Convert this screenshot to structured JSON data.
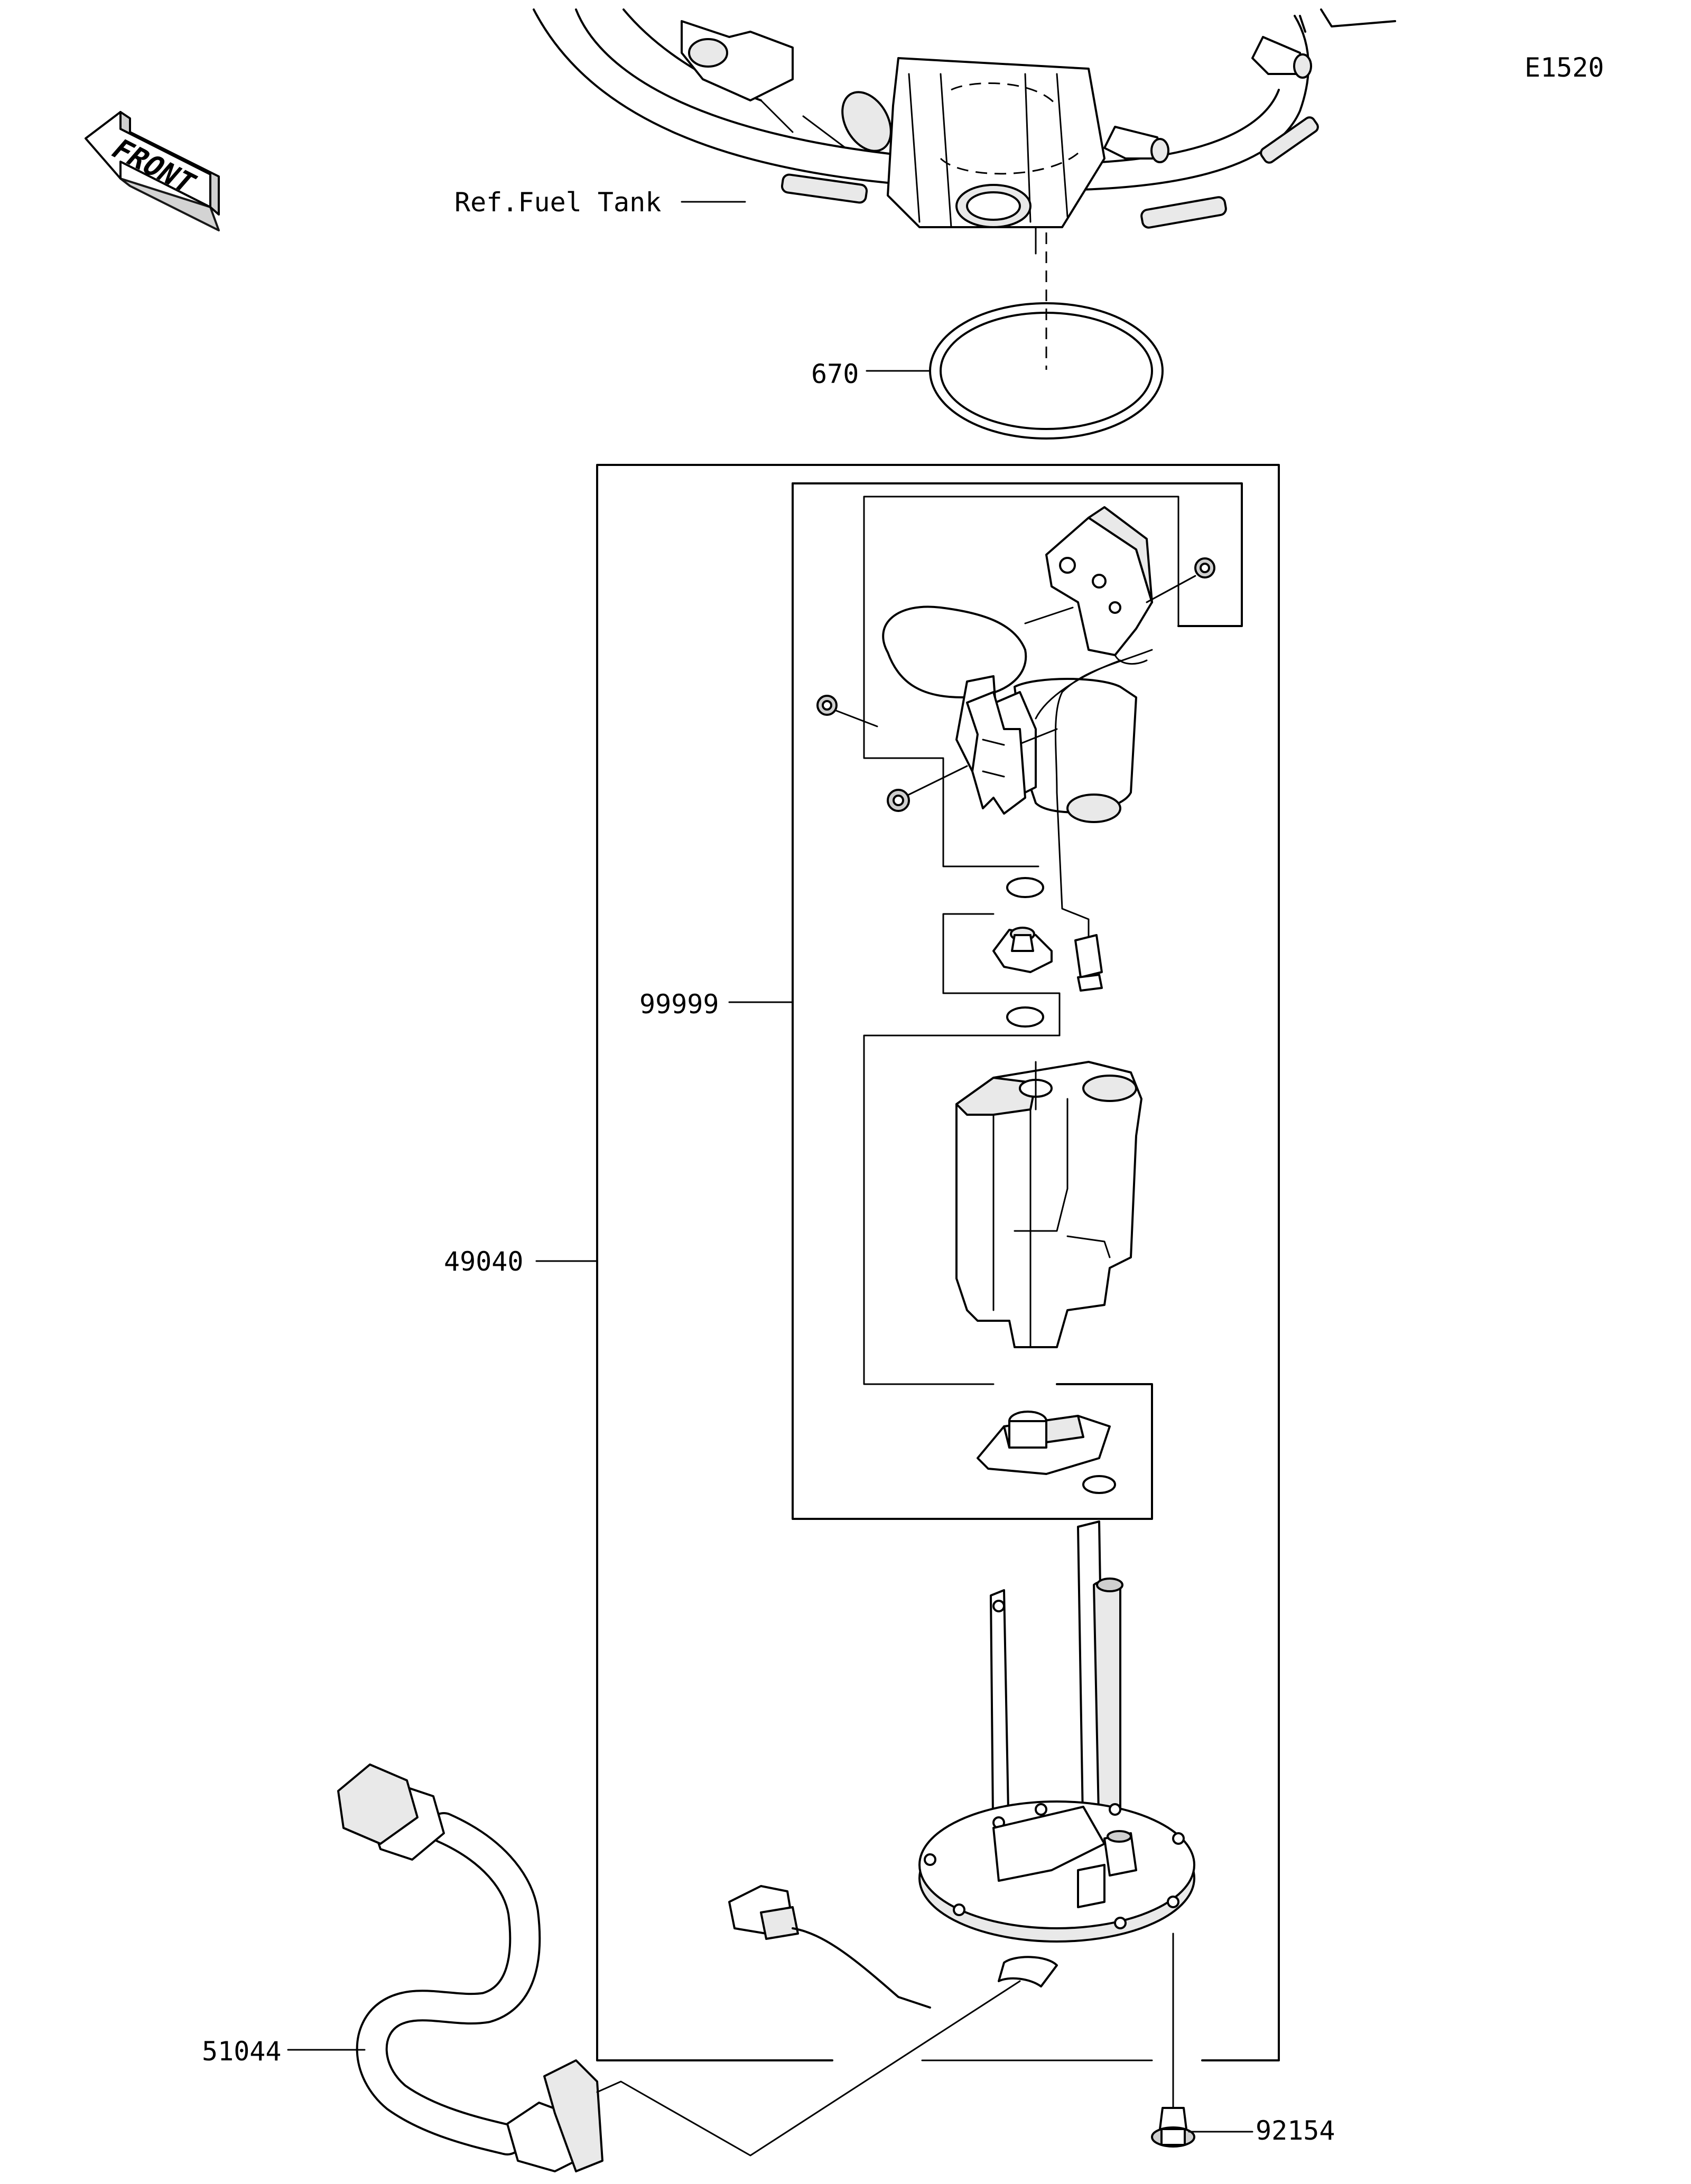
{
  "diagram_code": "E1520",
  "front_label": "FRONT",
  "ref_label": "Ref.Fuel Tank",
  "parts": {
    "o_ring": "670",
    "pump_assembly": "49040",
    "pump_subassembly": "99999",
    "harness": "51044",
    "bolt": "92154"
  }
}
